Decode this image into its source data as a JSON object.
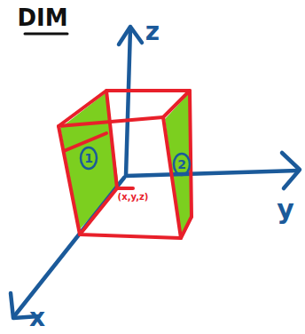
{
  "diagram": {
    "title": "DIM",
    "labels": [
      "z",
      "y",
      "x",
      "1",
      "2",
      "(x,y,z)"
    ]
  }
}
